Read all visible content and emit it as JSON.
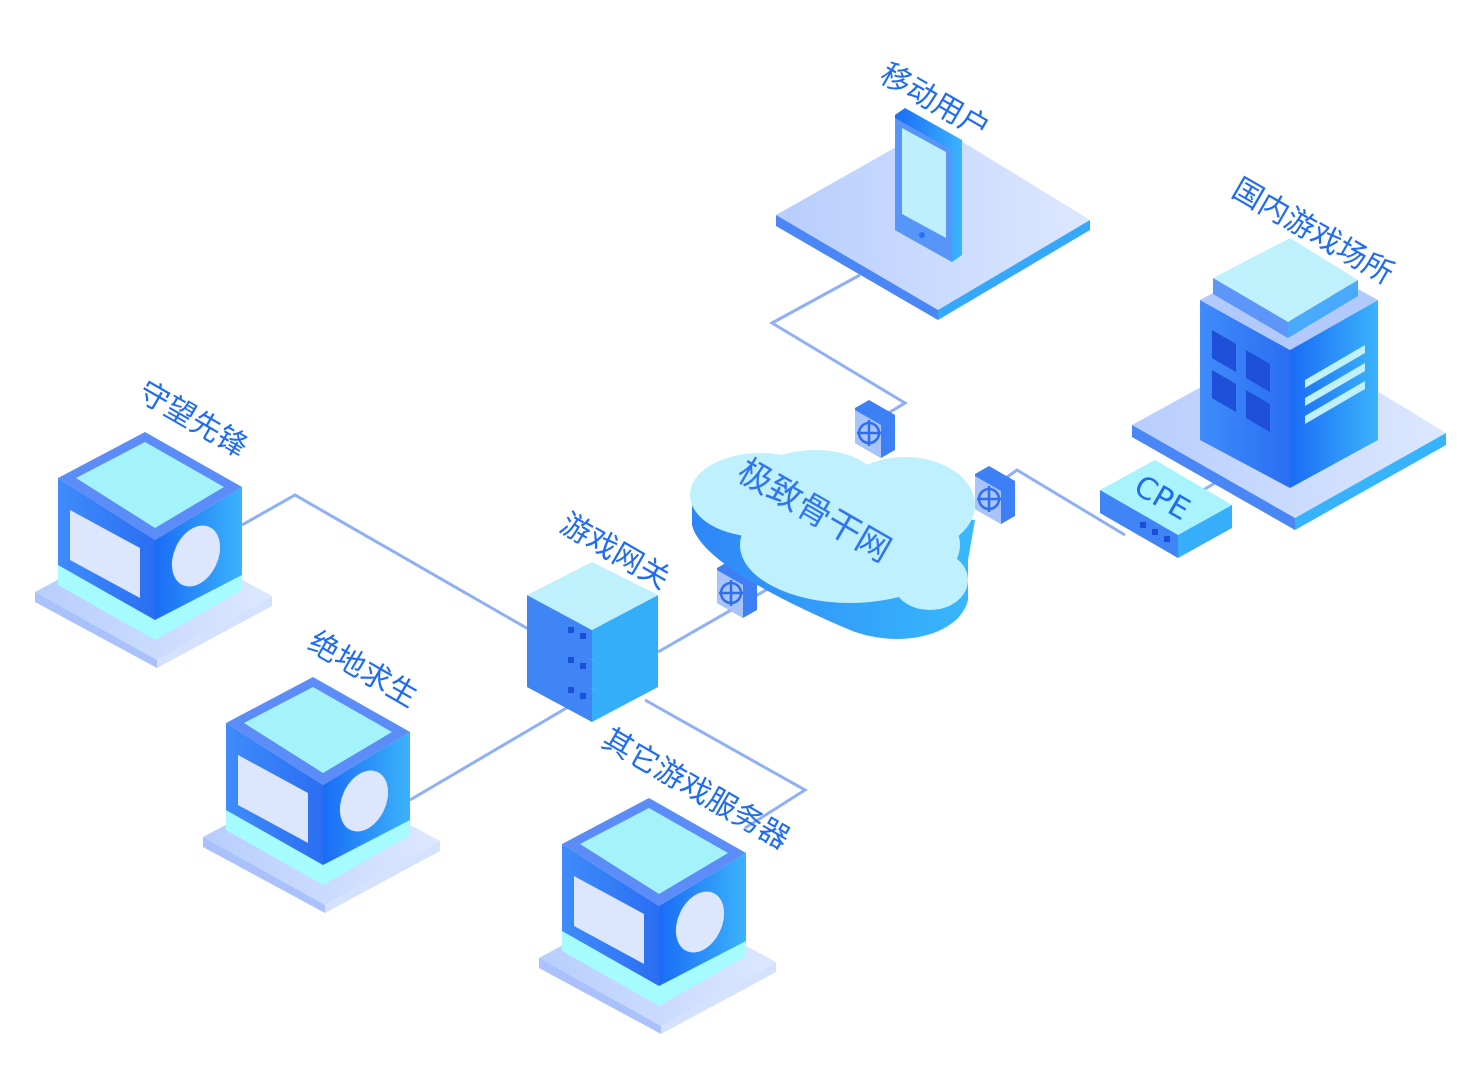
{
  "nodes": {
    "mobile_users": "移动用户",
    "domestic_venues": "国内游戏场所",
    "cpe": "CPE",
    "backbone": "极致骨干网",
    "gateway": "游戏网关",
    "overwatch": "守望先锋",
    "pubg": "绝地求生",
    "other_servers": "其它游戏服务器"
  },
  "colors": {
    "label": "#1f6cf0",
    "link": "#8fb0f7",
    "primary_blue": "#1a73f5",
    "cyan": "#a6f6fb",
    "platform": "#c9dbff"
  }
}
